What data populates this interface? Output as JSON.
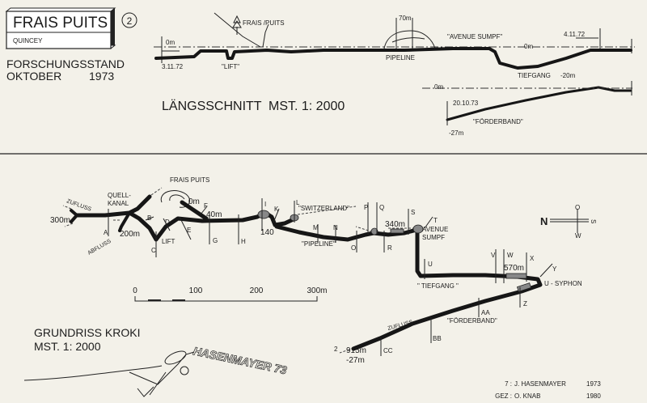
{
  "title_box": {
    "title": "FRAIS PUITS",
    "subtitle": "QUINCEY",
    "sheet_number": "2"
  },
  "status": {
    "line1": "FORSCHUNGSSTAND",
    "month": "OKTOBER",
    "year": "1973"
  },
  "profile": {
    "heading": "LÄNGSSCHNITT",
    "scale": "MST. 1: 2000",
    "labels": {
      "zero_left": "0m",
      "date_start": "3.11.72",
      "lift": "\"LIFT\"",
      "entrance": "FRAIS /PUITS",
      "width_70": "70m",
      "pipeline": "PIPELINE",
      "avenue_sumpf": "\"AVENUE SUMPF\"",
      "zero_mid": "0m",
      "date_end": "4.11.72",
      "tiefgang": "TIEFGANG",
      "depth_20": "-20m",
      "zero_lower": "0m",
      "date_lower": "20.10.73",
      "foerderband": "\"FÖRDERBAND\"",
      "depth_27": "-27m"
    }
  },
  "plan": {
    "heading": "GRUNDRISS KROKI",
    "scale": "MST. 1: 2000",
    "labels": {
      "frais_puits": "FRAIS PUITS",
      "quell": "QUELL-",
      "kanal": "KANAL",
      "zufluss_left": "ZUFLUSS",
      "abfluss": "ABFLUSS",
      "d300": "300m",
      "d200": "200m",
      "d0": "0m",
      "d40": "40m",
      "lift": "LIFT",
      "d140": "140",
      "switzerland": "\"SWITZERLAND\"",
      "pipeline": "\"PIPELINE\"",
      "d340": "340m",
      "avenue": "AVENUE",
      "sumpf": "SUMPF",
      "tiefgang": "\" TIEFGANG \"",
      "d570": "570m",
      "u_syphon": "U - SYPHON",
      "zufluss_right": "ZUFLUSS",
      "foerderband": "\"FÖRDERBAND\"",
      "d915": "915m",
      "depth_27": "-27m",
      "two": "2"
    },
    "stations": [
      "A",
      "B",
      "C",
      "D",
      "E",
      "F",
      "G",
      "H",
      "I",
      "K",
      "L",
      "M",
      "N",
      "O",
      "P",
      "Q",
      "R",
      "S",
      "T",
      "U",
      "V",
      "W",
      "X",
      "Y",
      "Z",
      "AA",
      "BB",
      "CC"
    ],
    "scale_bar": {
      "ticks": [
        "0",
        "100",
        "200",
        "300m"
      ]
    },
    "compass": {
      "n": "N",
      "s": "S",
      "o": "O",
      "w": "W"
    }
  },
  "signature": "HASENMAYER 73",
  "credits": [
    {
      "role": "7 :",
      "name": "J. HASENMAYER",
      "year": "1973"
    },
    {
      "role": "GEZ :",
      "name": "O. KNAB",
      "year": "1980"
    }
  ]
}
